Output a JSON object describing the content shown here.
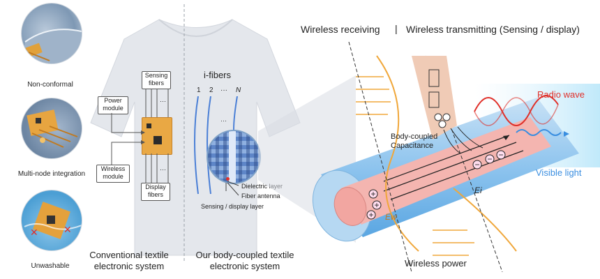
{
  "left_panel": {
    "thumbs": [
      {
        "label": "Non-conformal"
      },
      {
        "label": "Multi-node integration"
      },
      {
        "label": "Unwashable"
      }
    ]
  },
  "shirt": {
    "boxes": {
      "sensing": "Sensing fibers",
      "power": "Power module",
      "wireless": "Wireless module",
      "display": "Display fibers"
    },
    "ifibers_title": "i-fibers",
    "ifibers_index": [
      "1",
      "2",
      "···",
      "N"
    ],
    "dots": "···",
    "callouts": {
      "dielectric": "Dielectric layer",
      "antenna": "Fiber antenna",
      "sensing_layer": "Sensing / display layer"
    },
    "caption_left": "Conventional textile electronic system",
    "caption_right": "Our body-coupled textile electronic system"
  },
  "right_panel": {
    "header_left": "Wireless receiving",
    "separator": "|",
    "header_right": "Wireless transmitting (Sensing / display)",
    "radio_wave": "Radio wave",
    "visible_light": "Visible light",
    "body_coupled": "Body-coupled Capacitance",
    "ei": "Ei",
    "ew": "Ew",
    "wireless_power": "Wireless power"
  },
  "colors": {
    "orange": "#f0a73a",
    "red": "#e0302a",
    "blue": "#3a8ee0",
    "fiber": "#4a7fd6",
    "shirt": "#e4e7ec"
  }
}
